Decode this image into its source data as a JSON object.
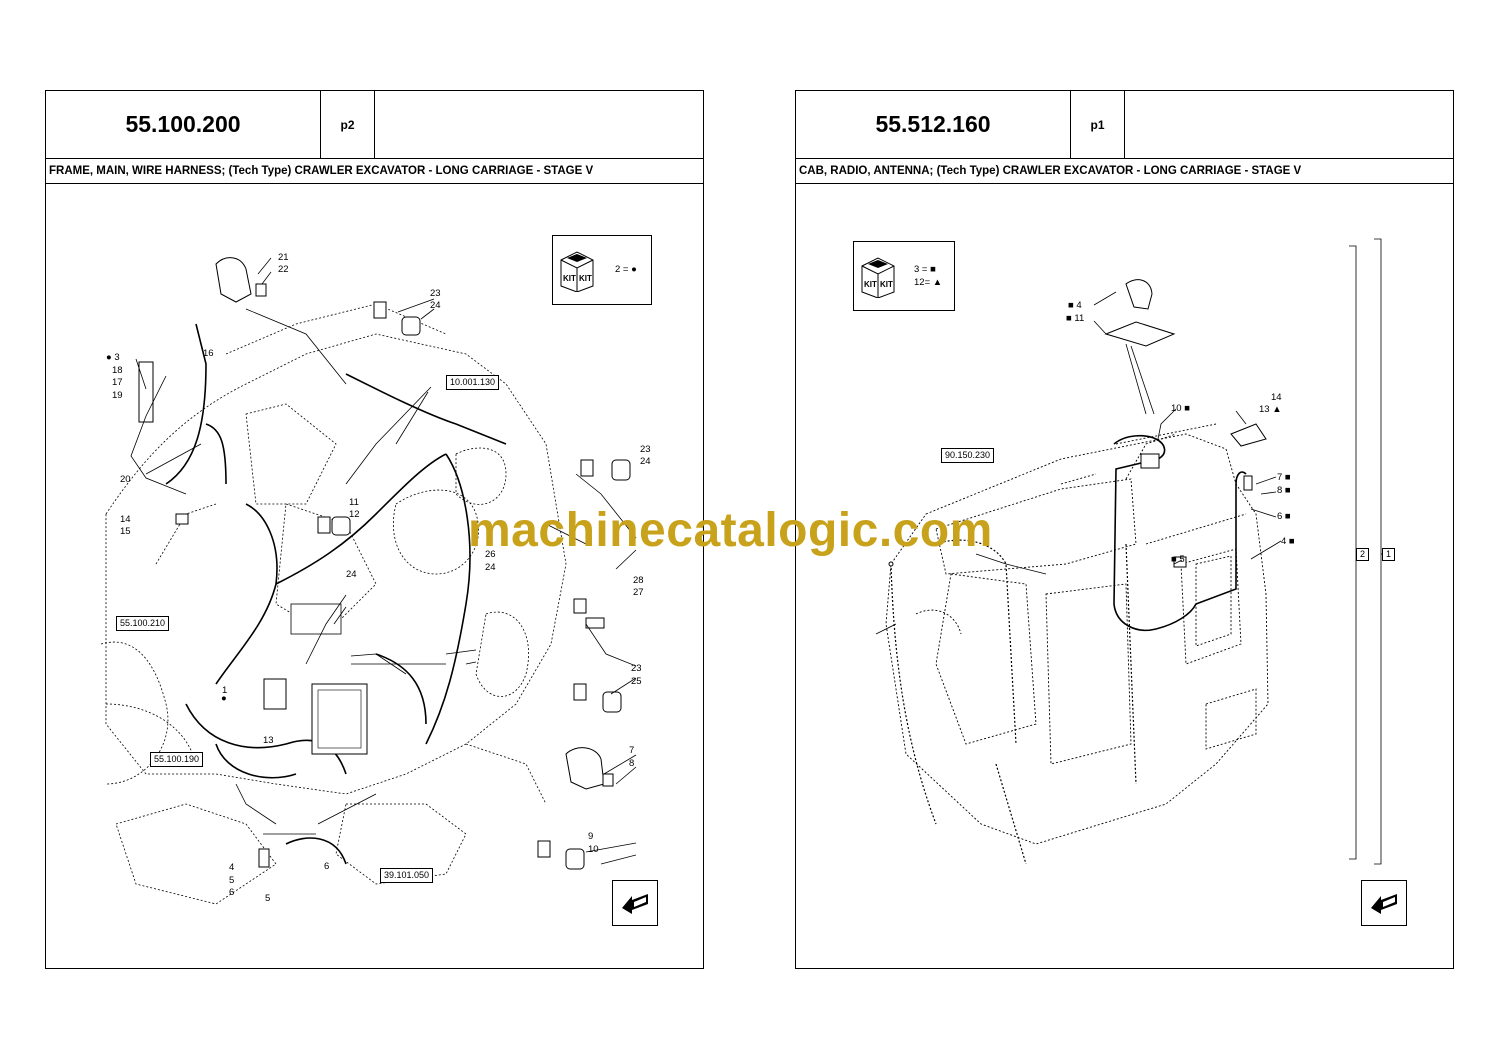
{
  "left": {
    "code": "55.100.200",
    "page": "p2",
    "title": "FRAME, MAIN, WIRE HARNESS; (Tech Type) CRAWLER EXCAVATOR - LONG CARRIAGE - STAGE V",
    "kit_text": "2 = ●",
    "kit_icon_text": "KIT",
    "refs": {
      "r10001130": "10.001.130",
      "r55100210": "55.100.210",
      "r55100190": "55.100.190",
      "r39101050": "39.101.050"
    },
    "callouts": {
      "c21": "21",
      "c22": "22",
      "c23a": "23",
      "c24a": "24",
      "c3": "● 3",
      "c16": "16",
      "c18": "18",
      "c17": "17",
      "c19": "19",
      "c20": "20",
      "c14": "14",
      "c15": "15",
      "c11": "11",
      "c12": "12",
      "c23b": "23",
      "c24b": "24",
      "c26": "26",
      "c24c": "24",
      "c24d": "24",
      "c28": "28",
      "c27": "27",
      "c23c": "23",
      "c25": "25",
      "c1": "1",
      "c13": "13",
      "c7": "7",
      "c8": "8",
      "c9": "9",
      "c10": "10",
      "c4": "4",
      "c5a": "5",
      "c6a": "6",
      "c5b": "5",
      "c6b": "6",
      "cdot": "●"
    }
  },
  "right": {
    "code": "55.512.160",
    "page": "p1",
    "title": "CAB, RADIO, ANTENNA; (Tech Type) CRAWLER EXCAVATOR - LONG CARRIAGE - STAGE V",
    "kit_text_1": "3 = ■",
    "kit_text_2": "12= ▲",
    "kit_icon_text": "KIT",
    "refs": {
      "r90150230": "90.150.230"
    },
    "bracket_refs": {
      "b2": "2",
      "b1": "1"
    },
    "callouts": {
      "c4a": "■ 4",
      "c11": "■ 11",
      "c10": "10 ■",
      "c14": "14",
      "c13": "13 ▲",
      "c7": "7 ■",
      "c8": "8 ■",
      "c6": "6 ■",
      "c4b": "4 ■",
      "c5": "■ 5"
    }
  },
  "watermark": "machinecatalogic.com",
  "colors": {
    "watermark": "#c8a21a",
    "line": "#000000"
  }
}
